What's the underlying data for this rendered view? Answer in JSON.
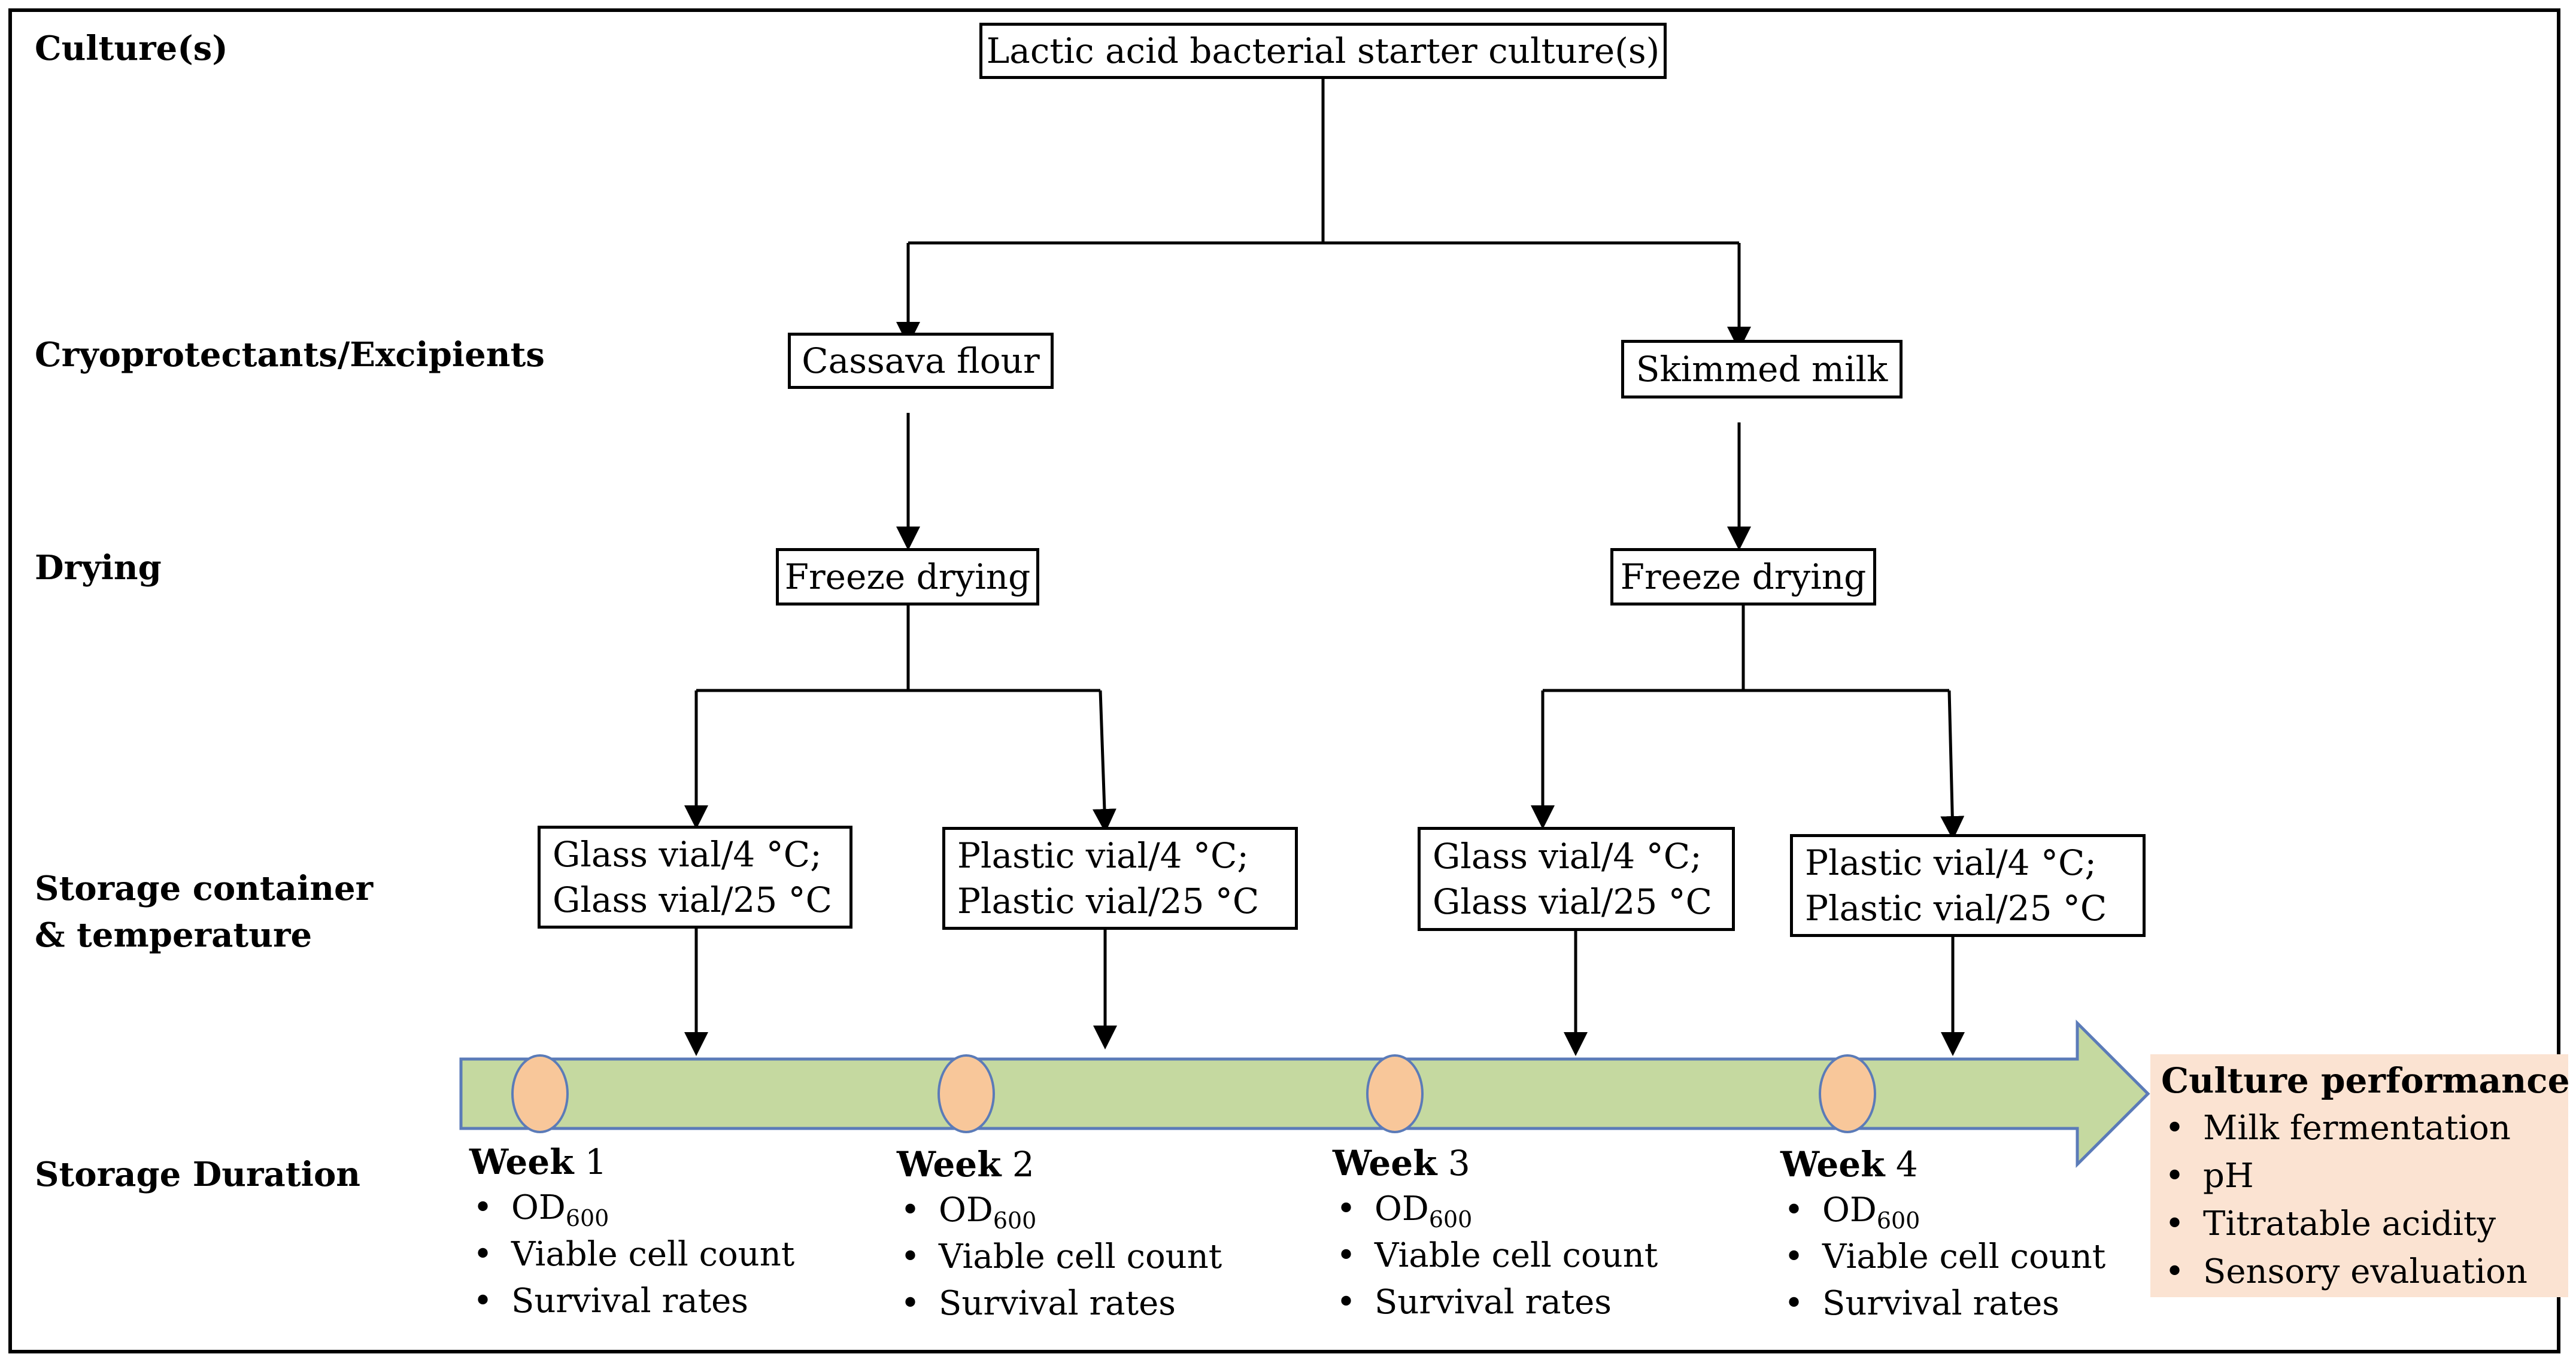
{
  "rows": {
    "culture": "Culture(s)",
    "cryoprotectants": "Cryoprotectants/Excipients",
    "drying": "Drying",
    "storage_line1": "Storage container",
    "storage_line2": "& temperature",
    "duration": "Storage Duration"
  },
  "nodes": {
    "root": "Lactic acid bacterial starter culture(s)",
    "cassava": "Cassava flour",
    "skimmed": "Skimmed milk",
    "freeze_left": "Freeze drying",
    "freeze_right": "Freeze drying",
    "containers": [
      {
        "line1": "Glass vial/4 °C;",
        "line2": "Glass vial/25 °C"
      },
      {
        "line1": "Plastic vial/4 °C;",
        "line2": "Plastic vial/25 °C"
      },
      {
        "line1": "Glass vial/4 °C;",
        "line2": "Glass vial/25 °C"
      },
      {
        "line1": "Plastic vial/4 °C;",
        "line2": "Plastic vial/25 °C"
      }
    ]
  },
  "weeks": [
    {
      "label": "Week",
      "number": "1",
      "od": "OD",
      "od_sub": "600",
      "viable": "Viable cell count",
      "survival": "Survival rates"
    },
    {
      "label": "Week",
      "number": "2",
      "od": "OD",
      "od_sub": "600",
      "viable": "Viable cell count",
      "survival": "Survival rates"
    },
    {
      "label": "Week",
      "number": "3",
      "od": "OD",
      "od_sub": "600",
      "viable": "Viable cell count",
      "survival": "Survival rates"
    },
    {
      "label": "Week",
      "number": "4",
      "od": "OD",
      "od_sub": "600",
      "viable": "Viable cell count",
      "survival": "Survival rates"
    }
  ],
  "performance": {
    "title": "Culture performance",
    "items": [
      "Milk fermentation",
      "pH",
      "Titratable acidity",
      "Sensory evaluation"
    ]
  },
  "colors": {
    "timeline_fill": "#c5d9a0",
    "timeline_stroke": "#5b7bb8",
    "marker_fill": "#f8c79a",
    "performance_fill": "#fbe3d2"
  }
}
